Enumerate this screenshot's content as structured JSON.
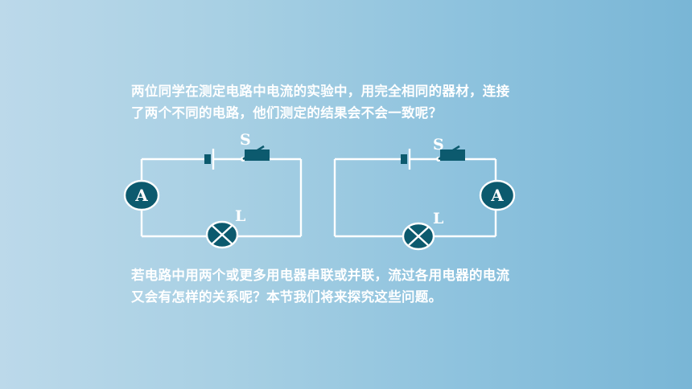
{
  "intro_lines": [
    "两位同学在测定电路中电流的实验中，用完全相同的器材，连接",
    "了两个不同的电路，他们测定的结果会不会一致呢？"
  ],
  "question_lines": [
    "若电路中用两个或更多用电器串联或并联，流过各用电器的电流",
    "又会有怎样的关系呢？本节我们将来探究这些问题。"
  ],
  "circuit_left": {
    "switch_label": "S",
    "lamp_label": "L",
    "ammeter_symbol": "A"
  },
  "circuit_right": {
    "switch_label": "S",
    "lamp_label": "L",
    "ammeter_symbol": "A"
  },
  "colors": {
    "component_fill": "#0c5a6e",
    "wire": "#ffffff",
    "text": "#ffffff"
  }
}
